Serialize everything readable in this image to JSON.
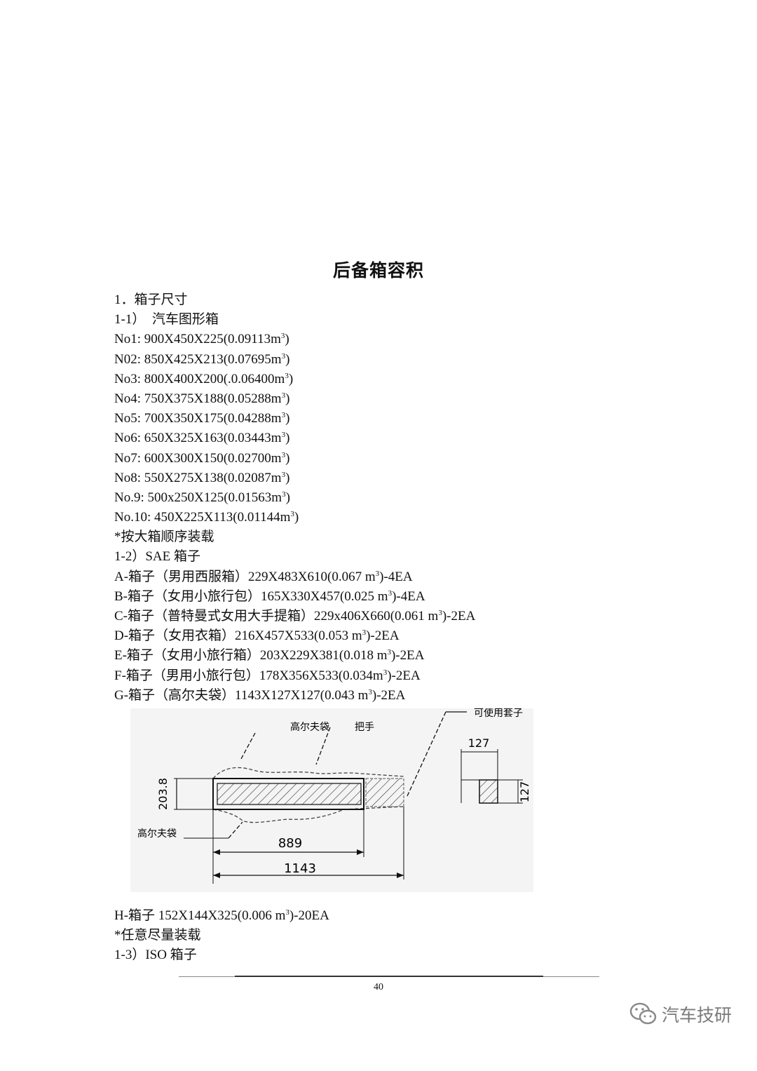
{
  "title": "后备箱容积",
  "section_heading": "1．箱子尺寸",
  "sub1_heading": "1-1）　汽车图形箱",
  "boxes_1_1": [
    {
      "a": "No1: 900X450X225(0.09113m",
      "b": ")"
    },
    {
      "a": "N02: 850X425X213(0.07695m",
      "b": ")"
    },
    {
      "a": "No3: 800X400X200(.0.06400m",
      "b": ")"
    },
    {
      "a": "No4: 750X375X188(0.05288m",
      "b": ")"
    },
    {
      "a": "No5: 700X350X175(0.04288m",
      "b": ")"
    },
    {
      "a": "No6: 650X325X163(0.03443m",
      "b": ")"
    },
    {
      "a": "No7: 600X300X150(0.02700m",
      "b": ")"
    },
    {
      "a": "No8: 550X275X138(0.02087m",
      "b": ")"
    },
    {
      "a": "No.9: 500x250X125(0.01563m",
      "b": ")"
    },
    {
      "a": "No.10: 450X225X113(0.01144m",
      "b": ")"
    }
  ],
  "superscript": "3",
  "note1": "*按大箱顺序装载",
  "sub2_heading": "1-2）SAE 箱子",
  "boxes_1_2": [
    {
      "a": "A-箱子（男用西服箱）229X483X610(0.067 m",
      "b": ")-4EA"
    },
    {
      "a": "B-箱子（女用小旅行包）165X330X457(0.025 m",
      "b": ")-4EA"
    },
    {
      "a": "C-箱子（普特曼式女用大手提箱）229x406X660(0.061 m",
      "b": ")-2EA"
    },
    {
      "a": "D-箱子（女用衣箱）216X457X533(0.053 m",
      "b": ")-2EA"
    },
    {
      "a": "E-箱子（女用小旅行箱）203X229X381(0.018 m",
      "b": ")-2EA"
    },
    {
      "a": "F-箱子（男用小旅行包）178X356X533(0.034m",
      "b": ")-2EA"
    },
    {
      "a": "G-箱子（高尔夫袋）1143X127X127(0.043 m",
      "b": ")-2EA"
    }
  ],
  "figure": {
    "label_golf_bag_top": "高尔夫袋",
    "label_handle": "把手",
    "label_usable_cover": "可使用套子",
    "label_golf_bag_bottom": "高尔夫袋",
    "dim_height": "203.8",
    "dim_inner_length": "889",
    "dim_total_length": "1143",
    "dim_section_width": "127",
    "dim_section_height": "127"
  },
  "box_h": {
    "a": "H-箱子 152X144X325(0.006 m",
    "b": ")-20EA"
  },
  "note2": "*任意尽量装载",
  "sub3_heading": "1-3）ISO 箱子",
  "page_number": "40",
  "watermark": "汽车技研"
}
